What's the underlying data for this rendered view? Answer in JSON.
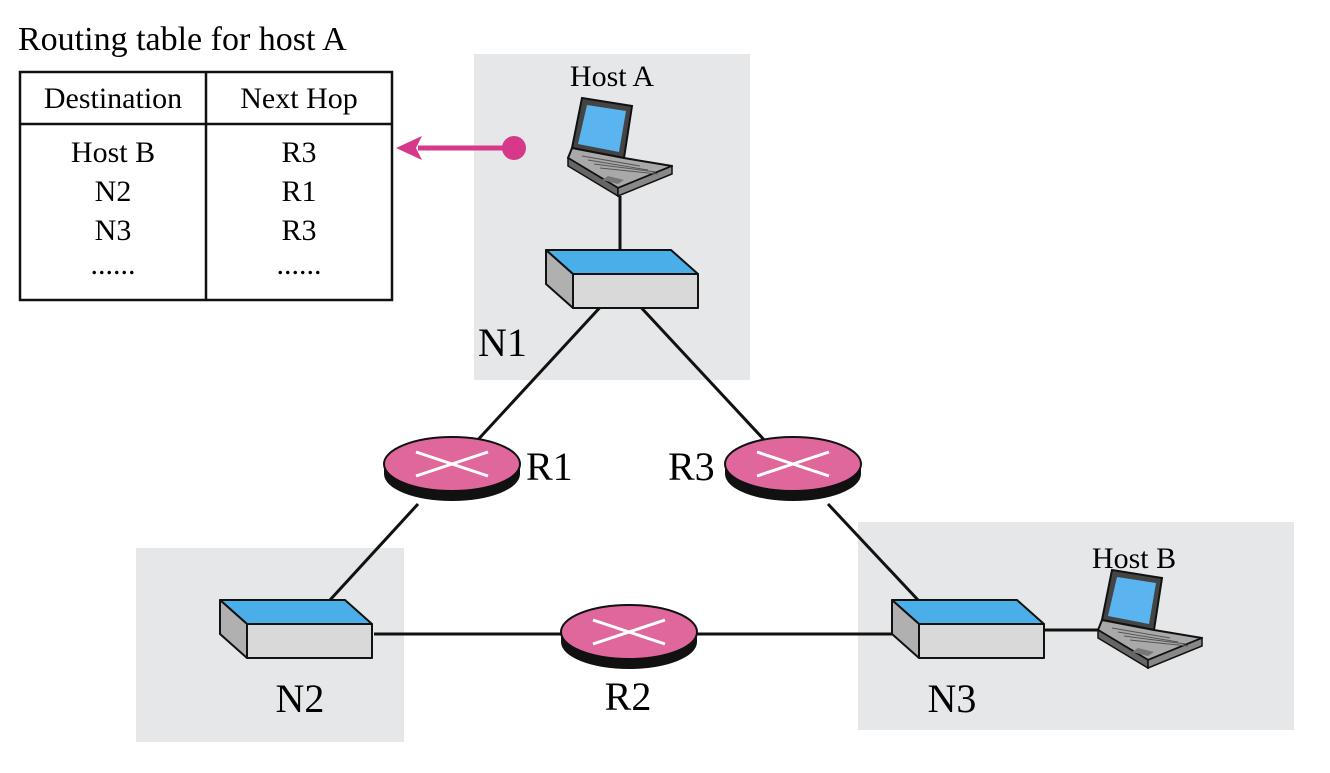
{
  "routing_table": {
    "title": "Routing table for host A",
    "headers": [
      "Destination",
      "Next Hop"
    ],
    "rows": [
      [
        "Host B",
        "R3"
      ],
      [
        "N2",
        "R1"
      ],
      [
        "N3",
        "R3"
      ],
      [
        "......",
        "......"
      ]
    ]
  },
  "hosts": {
    "a": "Host A",
    "b": "Host B"
  },
  "networks": {
    "n1": "N1",
    "n2": "N2",
    "n3": "N3"
  },
  "routers": {
    "r1": "R1",
    "r2": "R2",
    "r3": "R3"
  },
  "colors": {
    "zone_bg": "#e6e7e8",
    "router_fill": "#e0679c",
    "switch_top": "#4aaee8",
    "switch_body": "#d9d9d9",
    "screen": "#5ab4ef",
    "arrow": "#d6398a"
  },
  "icons": [
    "laptop-icon",
    "switch-icon",
    "router-icon"
  ]
}
